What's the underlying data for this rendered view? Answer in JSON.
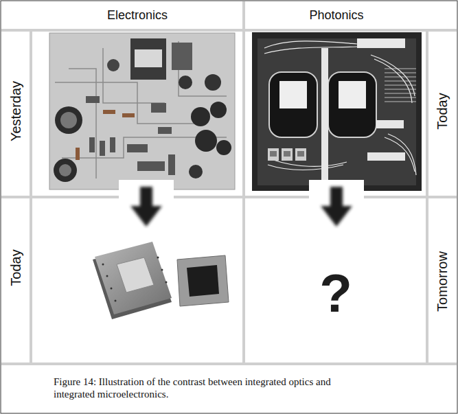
{
  "diagram": {
    "caption": "Figure 14: Illustration of the contrast between integrated optics and integrated microelectronics.",
    "labels": [
      "Electronics",
      "Photonics",
      "Yesterday",
      "Today",
      "Today",
      "Tomorrow",
      "?"
    ]
  }
}
